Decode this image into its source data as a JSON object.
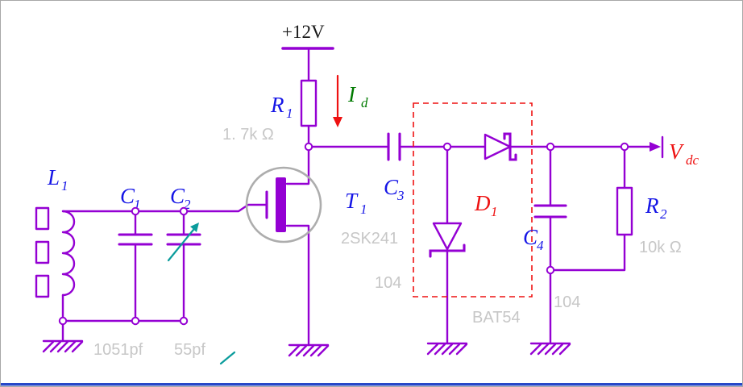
{
  "colors": {
    "wire": "#9400D3",
    "blue": "#1515E6",
    "red": "#EE1111",
    "green": "#007A00",
    "gray": "#C7C7C7",
    "teal": "#0A9C9C",
    "black": "#1A1A1A",
    "circle_gray": "#ADADAD",
    "border_gray": "#A8A8A8",
    "bottom_bar": "#2848C8"
  },
  "schematic": {
    "supply_label": "+12V",
    "components": {
      "l1": {
        "label": "L",
        "sub": "1"
      },
      "c1": {
        "label": "C",
        "sub": "1",
        "value": "1051pf"
      },
      "c2": {
        "label": "C",
        "sub": "2",
        "value": "55pf"
      },
      "t1": {
        "label": "T",
        "sub": "1",
        "value": "2SK241"
      },
      "r1": {
        "label": "R",
        "sub": "1",
        "value": "1. 7k Ω"
      },
      "c3": {
        "label": "C",
        "sub": "3",
        "value": "104"
      },
      "d1": {
        "label": "D",
        "sub": "1",
        "value": "BAT54"
      },
      "c4": {
        "label": "C",
        "sub": "4",
        "value": "104"
      },
      "r2": {
        "label": "R",
        "sub": "2",
        "value": "10k Ω"
      },
      "id": {
        "label": "I",
        "sub": "d"
      },
      "vdc": {
        "label": "V",
        "sub": "dc"
      }
    }
  }
}
